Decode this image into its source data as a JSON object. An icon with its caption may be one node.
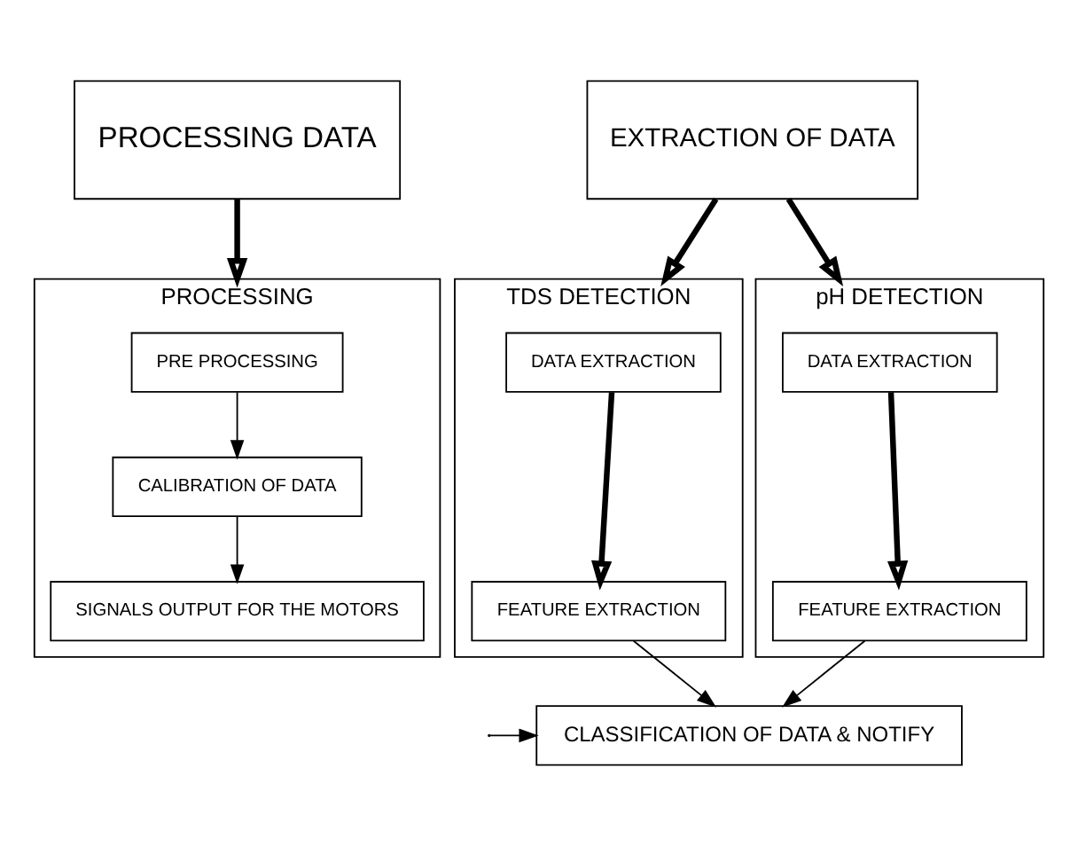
{
  "diagram": {
    "nodes": [
      {
        "text": [
          "PROCESSING DATA"
        ]
      },
      {
        "text": [
          "EXTRACTION OF DATA"
        ]
      },
      {
        "text": [
          "PROCESSING"
        ]
      },
      {
        "text": [
          "PRE PROCESSING"
        ],
        "in": 2
      },
      {
        "text": [
          "CALIBRATION OF DATA"
        ],
        "in": 2
      },
      {
        "text": [
          "SIGNALS OUTPUT FOR THE MOTORS"
        ],
        "in": 2
      },
      {
        "text": [
          "TDS DETECTION"
        ]
      },
      {
        "text": [
          "DATA EXTRACTION"
        ],
        "in": 6
      },
      {
        "text": [
          "FEATURE EXTRACTION"
        ],
        "in": 6
      },
      {
        "text": [
          "pH DETECTION"
        ]
      },
      {
        "text": [
          "DATA EXTRACTION"
        ],
        "in": 9
      },
      {
        "text": [
          "FEATURE EXTRACTION"
        ],
        "in": 9
      },
      {
        "text": [
          "CLASSIFICATION OF DATA & NOTIFY"
        ]
      }
    ],
    "edges": [
      {
        "from": 0,
        "to": 2,
        "arrow": "to",
        "style": "thick"
      },
      {
        "from": 1,
        "to": 6,
        "arrow": "to",
        "style": "thick"
      },
      {
        "from": 1,
        "to": 9,
        "arrow": "to",
        "style": "thick"
      },
      {
        "from": 3,
        "to": 4,
        "arrow": "to"
      },
      {
        "from": 4,
        "to": 5,
        "arrow": "to"
      },
      {
        "from": 7,
        "to": 8,
        "arrow": "to",
        "style": "thick"
      },
      {
        "from": 10,
        "to": 11,
        "arrow": "to",
        "style": "thick"
      },
      {
        "from": 8,
        "to": 12,
        "arrow": "to"
      },
      {
        "from": 11,
        "to": 12,
        "arrow": "to"
      },
      {
        "from": null,
        "to": 12,
        "arrow": "to"
      }
    ]
  }
}
